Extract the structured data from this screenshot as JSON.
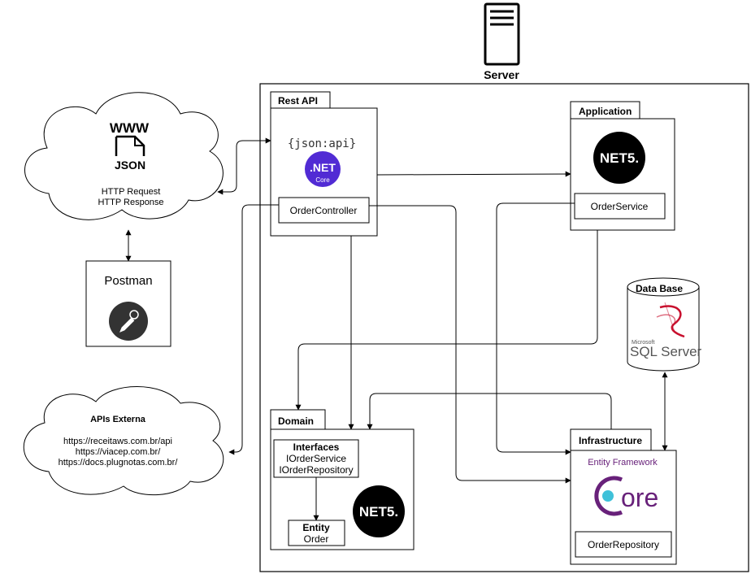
{
  "server": {
    "label": "Server",
    "icon": "server-icon"
  },
  "rest_api": {
    "tab": "Rest API",
    "json_api_logo": "{json:api}",
    "net_core_logo": {
      "line1": ".NET",
      "line2": "Core"
    },
    "controller": "OrderController"
  },
  "application": {
    "tab": "Application",
    "net5_logo": "NET5.",
    "service": "OrderService"
  },
  "database": {
    "label": "Data Base",
    "logo_small": "Microsoft",
    "logo_main": "SQL Server"
  },
  "domain": {
    "tab": "Domain",
    "interfaces": {
      "title": "Interfaces",
      "items": [
        "IOrderService",
        "IOrderRepository"
      ]
    },
    "entity": {
      "title": "Entity",
      "name": "Order"
    },
    "net5_logo": "NET5."
  },
  "infrastructure": {
    "tab": "Infrastructure",
    "ef_logo_text": "Entity Framework",
    "core_logo": "ore",
    "repository": "OrderRepository"
  },
  "www_cloud": {
    "www": "WWW",
    "json": "JSON",
    "lines": [
      "HTTP Request",
      "HTTP Response"
    ]
  },
  "postman": {
    "label": "Postman"
  },
  "apis_cloud": {
    "title": "APIs Externa",
    "urls": [
      "https://receitaws.com.br/api",
      "https://viacep.com.br/",
      "https://docs.plugnotas.com.br/"
    ]
  },
  "colors": {
    "line": "#000000",
    "net_purple": "#512bd4",
    "ef_purple": "#68217a",
    "core_cyan": "#3fc1d9",
    "sql_red": "#c8102e"
  }
}
